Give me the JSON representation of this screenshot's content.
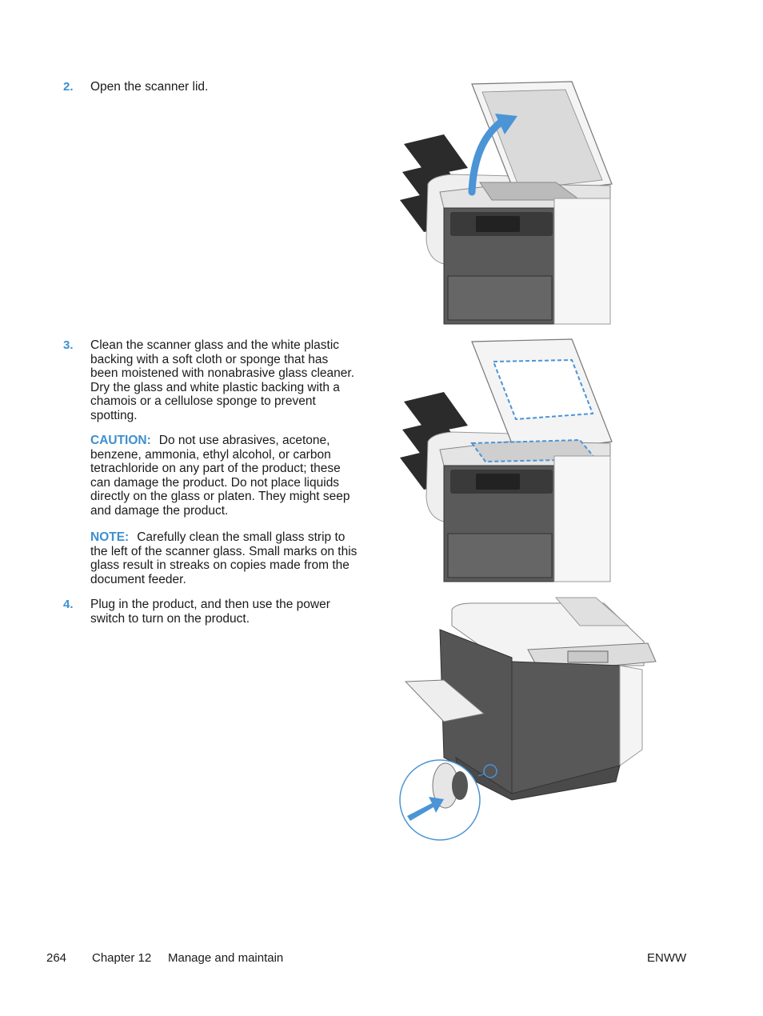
{
  "steps": [
    {
      "number": "2.",
      "text": "Open the scanner lid."
    },
    {
      "number": "3.",
      "text": "Clean the scanner glass and the white plastic backing with a soft cloth or sponge that has been moistened with nonabrasive glass cleaner. Dry the glass and white plastic backing with a chamois or a cellulose sponge to prevent spotting."
    },
    {
      "number": "4.",
      "text": "Plug in the product, and then use the power switch to turn on the product."
    }
  ],
  "caution": {
    "label": "CAUTION:",
    "text": "Do not use abrasives, acetone, benzene, ammonia, ethyl alcohol, or carbon tetrachloride on any part of the product; these can damage the product. Do not place liquids directly on the glass or platen. They might seep and damage the product."
  },
  "note": {
    "label": "NOTE:",
    "text": "Carefully clean the small glass strip to the left of the scanner glass. Small marks on this glass result in streaks on copies made from the document feeder."
  },
  "footer": {
    "page_number": "264",
    "chapter": "Chapter 12",
    "chapter_title": "Manage and maintain",
    "right": "ENWW"
  },
  "colors": {
    "accent": "#3d8fd1",
    "printer_dark": "#5a5a5a",
    "printer_light": "#f2f2f2"
  }
}
